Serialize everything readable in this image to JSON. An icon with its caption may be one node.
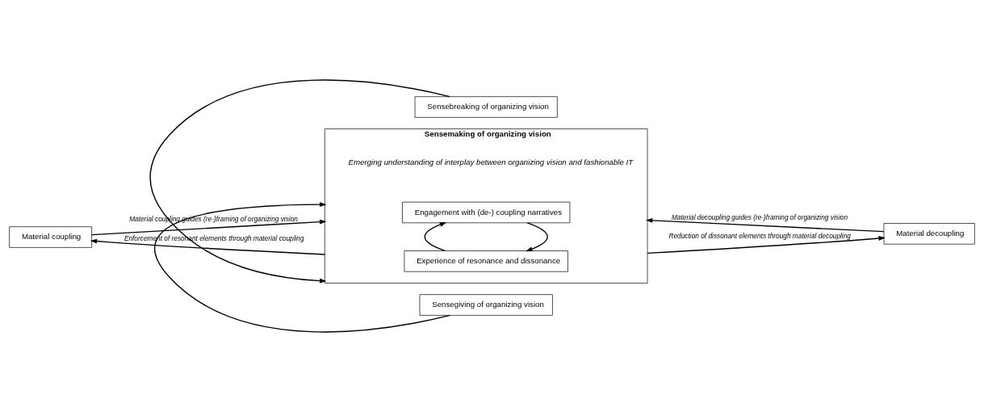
{
  "diagram": {
    "nodes": [
      {
        "text": [
          "Sensegiving of organizing vision"
        ]
      },
      {
        "text": [
          "Material coupling"
        ]
      },
      {
        "text": [
          "Sensemaking of organizing vision"
        ]
      },
      {
        "text": [
          "Engagement with (de-) coupling narratives"
        ],
        "in": 2
      },
      {
        "text": [
          "Experience of resonance and dissonance"
        ],
        "in": 2
      },
      {
        "text": [
          "Material decoupling"
        ]
      },
      {
        "text": [
          "Sensebreaking of organizing vision"
        ]
      }
    ],
    "edges": [
      {
        "from": 0,
        "to": 2,
        "arrow": "to"
      },
      {
        "from": 1,
        "to": 2,
        "arrow": "to",
        "label": "Material coupling guides (re-)framing of organizing vision"
      },
      {
        "from": 5,
        "to": 2,
        "arrow": "to",
        "label": "Material decoupling guides (re-)framing of organizing vision"
      },
      {
        "from": 3,
        "to": 4,
        "arrow": "to"
      },
      {
        "from": 4,
        "to": 3,
        "arrow": "to"
      },
      {
        "from": 2,
        "to": 1,
        "arrow": "to",
        "label": "Enforcement of resonant elements through material coupling"
      },
      {
        "from": 2,
        "to": 5,
        "arrow": "to",
        "label": "Reduction of dissonant elements through material decoupling"
      },
      {
        "from": 6,
        "to": 2,
        "arrow": "to"
      }
    ],
    "labels": [
      "Emerging understanding of interplay between organizing vision and fashionable IT"
    ]
  }
}
